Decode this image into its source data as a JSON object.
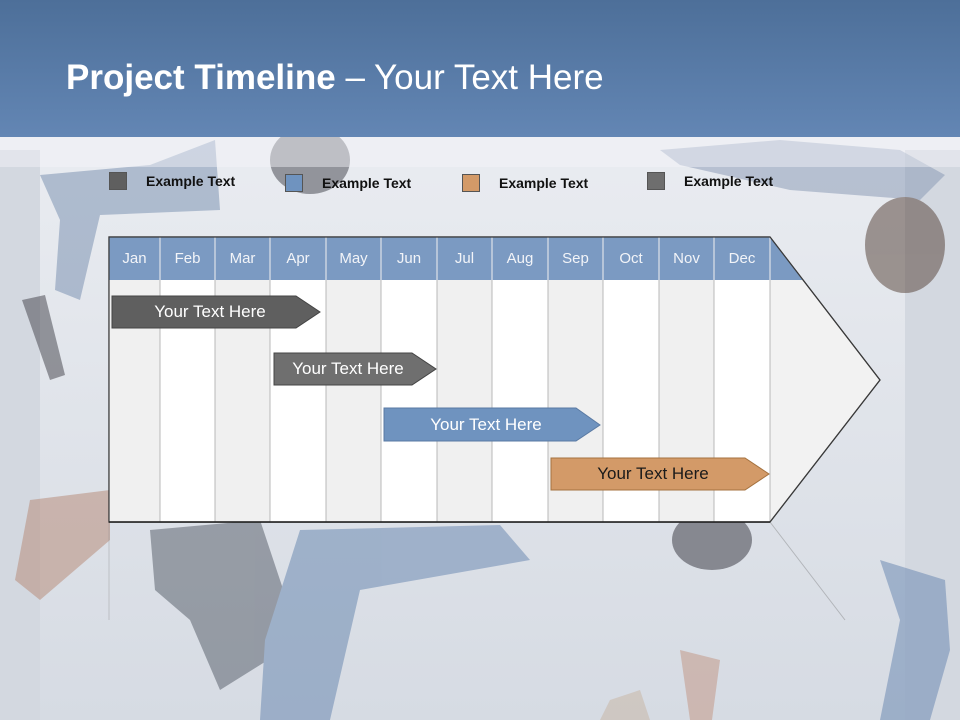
{
  "title": {
    "bold": "Project Timeline",
    "rest": " – Your Text Here"
  },
  "legend": [
    {
      "label": "Example Text",
      "color": "#5f5f5f"
    },
    {
      "label": "Example Text",
      "color": "#6f93bf"
    },
    {
      "label": "Example Text",
      "color": "#d39a68"
    },
    {
      "label": "Example Text",
      "color": "#6e6e6e"
    }
  ],
  "months": [
    "Jan",
    "Feb",
    "Mar",
    "Apr",
    "May",
    "Jun",
    "Jul",
    "Aug",
    "Sep",
    "Oct",
    "Nov",
    "Dec"
  ],
  "tasks": [
    {
      "label": "Your  Text Here",
      "color": "#5f5f5f",
      "text_color": "#ffffff"
    },
    {
      "label": "Your  Text Here",
      "color": "#6f6f6f",
      "text_color": "#ffffff"
    },
    {
      "label": "Your  Text Here",
      "color": "#6f93bf",
      "text_color": "#ffffff"
    },
    {
      "label": "Your  Text Here",
      "color": "#d39a68",
      "text_color": "#1a1a1a"
    }
  ],
  "colors": {
    "header": "#5a7eab",
    "month_header": "#7b9ac2"
  }
}
